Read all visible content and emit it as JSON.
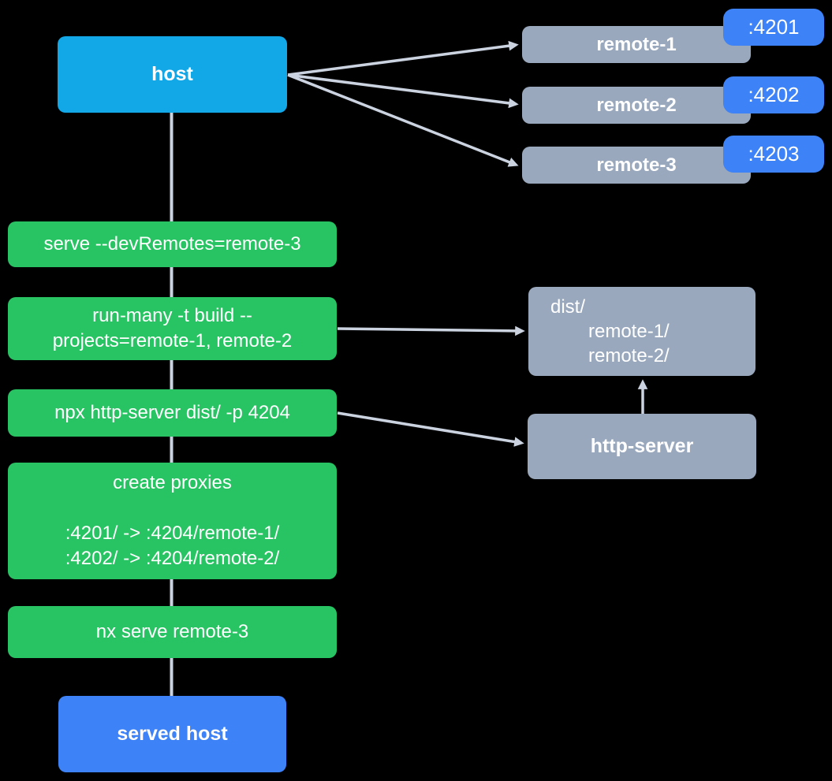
{
  "colors": {
    "host_fill": "#12a8e8",
    "remote_fill": "#9aa8be",
    "badge_fill": "#3d82f6",
    "step_fill": "#28c464",
    "served_fill": "#3d82f6",
    "connector": "#cbd3e0",
    "text": "#ffffff"
  },
  "nodes": {
    "host": {
      "label": "host"
    },
    "served_host": {
      "label": "served host"
    },
    "http_server": {
      "label": "http-server"
    },
    "dist": {
      "title": "dist/",
      "entries": [
        "remote-1/",
        "remote-2/"
      ]
    },
    "remotes": [
      {
        "label": "remote-1",
        "port": ":4201"
      },
      {
        "label": "remote-2",
        "port": ":4202"
      },
      {
        "label": "remote-3",
        "port": ":4203"
      }
    ]
  },
  "steps": [
    {
      "lines": [
        "serve --devRemotes=remote-3"
      ]
    },
    {
      "lines": [
        "run-many -t build --",
        "projects=remote-1, remote-2"
      ]
    },
    {
      "lines": [
        "npx http-server dist/ -p 4204"
      ]
    },
    {
      "lines": [
        "create proxies",
        "",
        ":4201/ -> :4204/remote-1/",
        ":4202/ -> :4204/remote-2/"
      ]
    },
    {
      "lines": [
        "nx serve remote-3"
      ]
    }
  ]
}
